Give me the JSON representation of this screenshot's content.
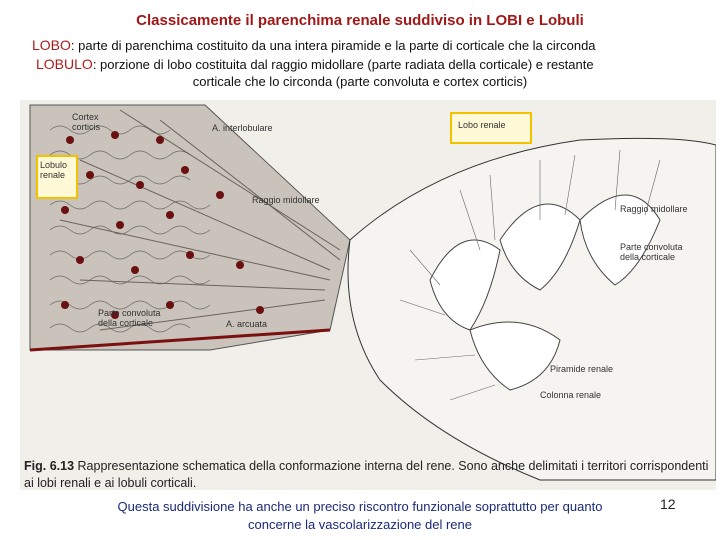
{
  "slide": {
    "title": "Classicamente il parenchima renale suddiviso in LOBI e Lobuli",
    "lobo_key": "LOBO",
    "lobo_text": ": parte di parenchima costituito da una intera piramide e la parte di corticale che la circonda",
    "lobulo_key": "LOBULO",
    "lobulo_text": ": porzione di lobo costituita dal raggio midollare (parte radiata della corticale) e restante",
    "lobulo_text_2": "corticale che lo circonda (parte convoluta e cortex corticis)",
    "footer_line1": "Questa suddivisione ha anche un preciso riscontro funzionale soprattutto per quanto",
    "footer_line2": "concerne la vascolarizzazione del rene",
    "page_number": "12"
  },
  "figure": {
    "labels": {
      "cortex": "Cortex corticis",
      "a_interlobulare": "A. interlobulare",
      "lobulo_renale": "Lobulo renale",
      "raggio_midollare_left": "Raggio midollare",
      "parte_convoluta_left": "Parte convoluta della corticale",
      "a_arcuata": "A. arcuata",
      "lobo_renale": "Lobo renale",
      "raggio_midollare_right": "Raggio midollare",
      "parte_convoluta_right": "Parte convoluta della corticale",
      "piramide_renale": "Piramide renale",
      "colonna_renale": "Colonna renale"
    },
    "caption_label": "Fig. 6.13",
    "caption_text": "Rappresentazione schematica della conformazione interna del rene. Sono anche delimitati i territori corrispondenti ai lobi renali e ai lobuli corticali."
  },
  "colors": {
    "title": "#a01818",
    "highlight": "#f2c200",
    "footer": "#1a2a7a"
  }
}
